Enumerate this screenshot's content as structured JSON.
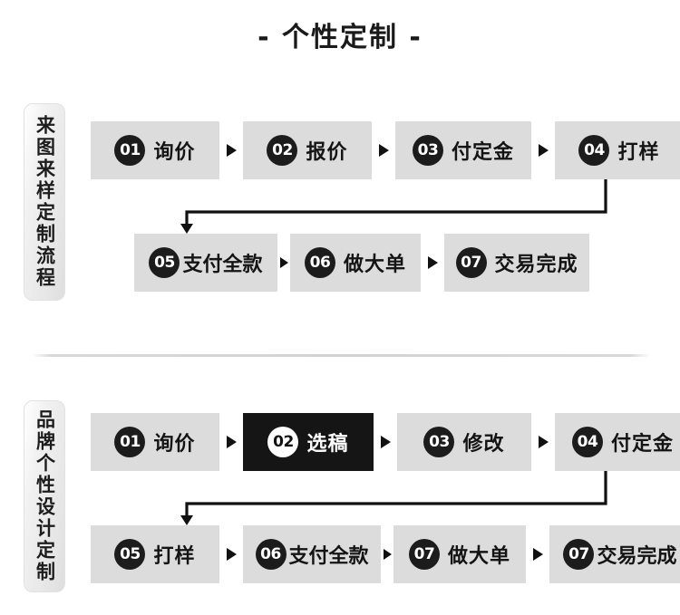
{
  "page": {
    "title": "- 个性定制 -",
    "divider": "horizontal-rule",
    "bg_color": "#ffffff",
    "box_color": "#dcdcdc",
    "highlight_color": "#151515",
    "badge_color": "#1c1c1c",
    "text_color": "#141414"
  },
  "sections": [
    {
      "label": "来图来样定制流程",
      "rows": [
        {
          "steps": [
            {
              "num": "01",
              "label": "询价",
              "highlight": false,
              "arrow_after": true
            },
            {
              "num": "02",
              "label": "报价",
              "highlight": false,
              "arrow_after": true
            },
            {
              "num": "03",
              "label": "付定金",
              "highlight": false,
              "arrow_after": true
            },
            {
              "num": "04",
              "label": "打样",
              "highlight": false,
              "arrow_after": false
            }
          ]
        },
        {
          "steps": [
            {
              "num": "05",
              "label": "支付全款",
              "highlight": false,
              "arrow_after": true
            },
            {
              "num": "06",
              "label": "做大单",
              "highlight": false,
              "arrow_after": true
            },
            {
              "num": "07",
              "label": "交易完成",
              "highlight": false,
              "arrow_after": false
            }
          ]
        }
      ]
    },
    {
      "label": "品牌个性设计定制",
      "rows": [
        {
          "steps": [
            {
              "num": "01",
              "label": "询价",
              "highlight": false,
              "arrow_after": true
            },
            {
              "num": "02",
              "label": "选稿",
              "highlight": true,
              "arrow_after": true
            },
            {
              "num": "03",
              "label": "修改",
              "highlight": false,
              "arrow_after": true
            },
            {
              "num": "04",
              "label": "付定金",
              "highlight": false,
              "arrow_after": false
            }
          ]
        },
        {
          "steps": [
            {
              "num": "05",
              "label": "打样",
              "highlight": false,
              "arrow_after": true
            },
            {
              "num": "06",
              "label": "支付全款",
              "highlight": false,
              "arrow_after": true
            },
            {
              "num": "07",
              "label": "做大单",
              "highlight": false,
              "arrow_after": true
            },
            {
              "num": "07",
              "label": "交易完成",
              "highlight": false,
              "arrow_after": false
            }
          ]
        }
      ]
    }
  ]
}
